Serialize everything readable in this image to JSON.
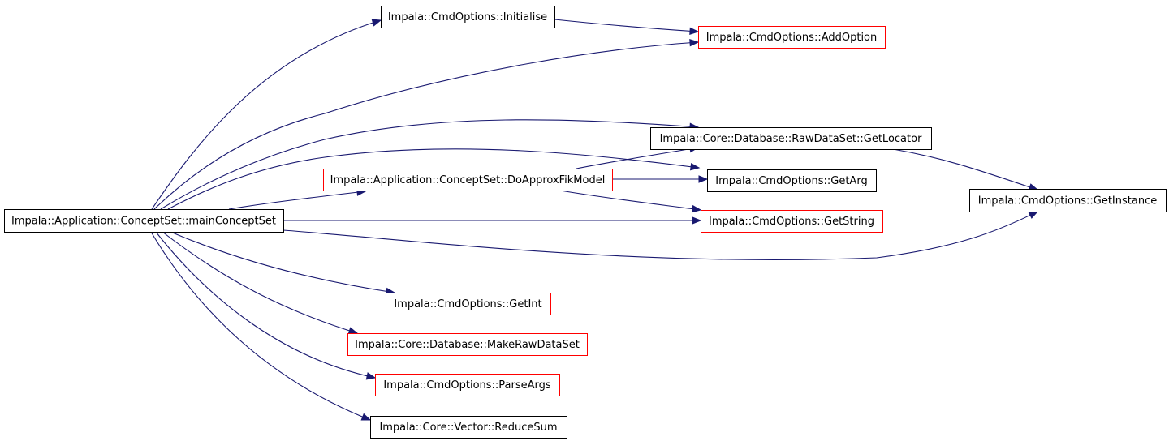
{
  "colors": {
    "edge": "#191970",
    "border_normal": "#000000",
    "border_truncated": "#ff0000",
    "root_fill": "#bfbfbf",
    "node_fill": "#ffffff"
  },
  "nodes": [
    {
      "id": "main",
      "label": "Impala::Application::ConceptSet::mainConceptSet",
      "style": "root"
    },
    {
      "id": "initialise",
      "label": "Impala::CmdOptions::Initialise",
      "style": "normal"
    },
    {
      "id": "addoption",
      "label": "Impala::CmdOptions::AddOption",
      "style": "truncated"
    },
    {
      "id": "getlocator",
      "label": "Impala::Core::Database::RawDataSet::GetLocator",
      "style": "normal"
    },
    {
      "id": "doapprox",
      "label": "Impala::Application::ConceptSet::DoApproxFikModel",
      "style": "truncated"
    },
    {
      "id": "getarg",
      "label": "Impala::CmdOptions::GetArg",
      "style": "normal"
    },
    {
      "id": "getinstance",
      "label": "Impala::CmdOptions::GetInstance",
      "style": "normal"
    },
    {
      "id": "getstring",
      "label": "Impala::CmdOptions::GetString",
      "style": "truncated"
    },
    {
      "id": "getint",
      "label": "Impala::CmdOptions::GetInt",
      "style": "truncated"
    },
    {
      "id": "makerawdataset",
      "label": "Impala::Core::Database::MakeRawDataSet",
      "style": "truncated"
    },
    {
      "id": "parseargs",
      "label": "Impala::CmdOptions::ParseArgs",
      "style": "truncated"
    },
    {
      "id": "reducesum",
      "label": "Impala::Core::Vector::ReduceSum",
      "style": "normal"
    }
  ],
  "edges": [
    {
      "from": "main",
      "to": "initialise"
    },
    {
      "from": "main",
      "to": "addoption"
    },
    {
      "from": "main",
      "to": "getlocator"
    },
    {
      "from": "main",
      "to": "getarg"
    },
    {
      "from": "main",
      "to": "doapprox"
    },
    {
      "from": "main",
      "to": "getstring"
    },
    {
      "from": "main",
      "to": "getinstance"
    },
    {
      "from": "main",
      "to": "getint"
    },
    {
      "from": "main",
      "to": "makerawdataset"
    },
    {
      "from": "main",
      "to": "parseargs"
    },
    {
      "from": "main",
      "to": "reducesum"
    },
    {
      "from": "initialise",
      "to": "addoption"
    },
    {
      "from": "doapprox",
      "to": "getlocator"
    },
    {
      "from": "doapprox",
      "to": "getarg"
    },
    {
      "from": "doapprox",
      "to": "getstring"
    },
    {
      "from": "getlocator",
      "to": "getinstance"
    }
  ]
}
